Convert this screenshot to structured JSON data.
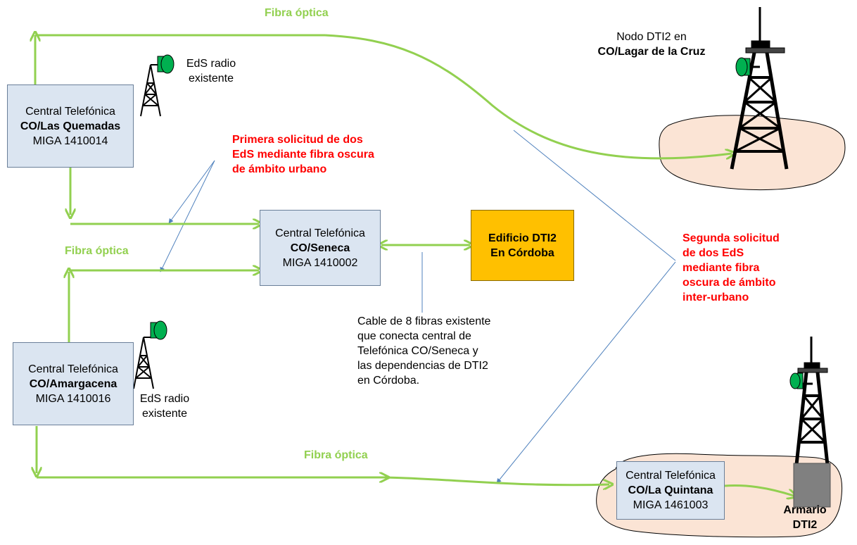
{
  "colors": {
    "fiber_green": "#92d050",
    "request_red": "#ff0000",
    "pointer_blue": "#4f81bd",
    "central_box_fill": "#dbe5f1",
    "dti2_box_fill": "#ffc000",
    "terrain_fill": "#fbe4d5",
    "cabinet_gray": "#808080",
    "antenna_green": "#00b050"
  },
  "fiber_labels": [
    "Fibra óptica",
    "Fibra óptica",
    "Fibra óptica"
  ],
  "centrals": {
    "las_quemadas": {
      "line1": "Central Telefónica",
      "line2": "CO/Las Quemadas",
      "line3": "MIGA 1410014"
    },
    "seneca": {
      "line1": "Central Telefónica",
      "line2": "CO/Seneca",
      "line3": "MIGA 1410002"
    },
    "amargacena": {
      "line1": "Central Telefónica",
      "line2": "CO/Amargacena",
      "line3": "MIGA 1410016"
    },
    "la_quintana": {
      "line1": "Central Telefónica",
      "line2": "CO/La Quintana",
      "line3": "MIGA 1461003"
    }
  },
  "dti2_building": {
    "line1": "Edificio DTI2",
    "line2": "En Córdoba"
  },
  "radio_station_label": {
    "line1": "EdS radio",
    "line2": "existente"
  },
  "nodo": {
    "line1": "Nodo DTI2 en",
    "line2": "CO/Lagar de la Cruz"
  },
  "first_request": {
    "line1": "Primera solicitud de dos",
    "line2": "EdS mediante fibra oscura",
    "line3": "de ámbito urbano"
  },
  "second_request": {
    "line1": "Segunda solicitud",
    "line2": "de dos EdS",
    "line3": "mediante fibra",
    "line4": "oscura de ámbito",
    "line5": "inter-urbano"
  },
  "cable_note": {
    "line1": "Cable de 8 fibras existente",
    "line2": "que conecta central de",
    "line3": "Telefónica CO/Seneca y",
    "line4": "las  dependencias de DTI2",
    "line5": "en Córdoba."
  },
  "armario": {
    "line1": "Armario",
    "line2": "DTI2"
  }
}
